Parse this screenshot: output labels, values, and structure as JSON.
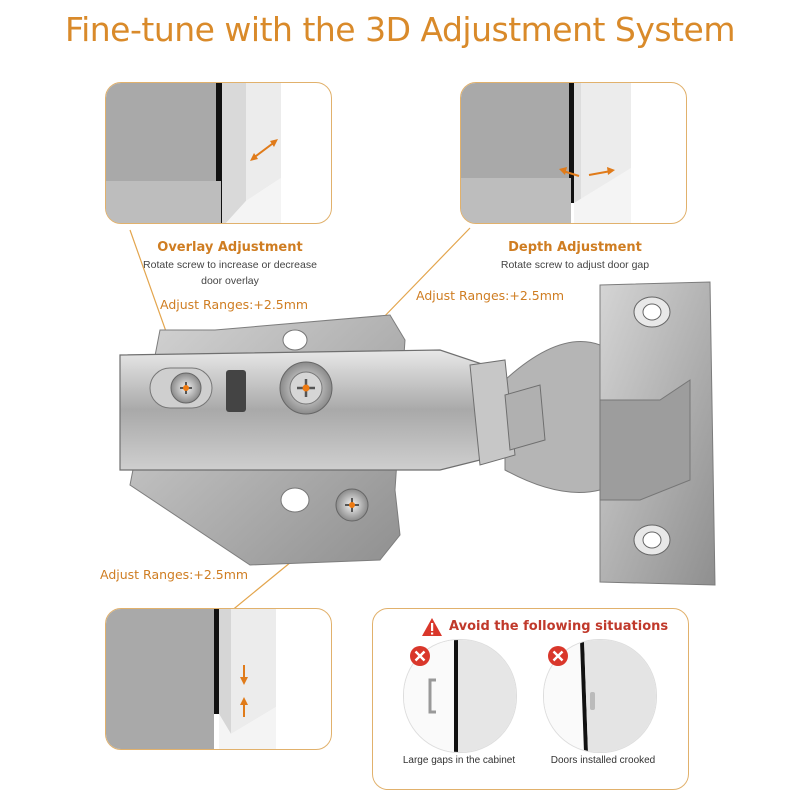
{
  "title": "Fine-tune with the 3D Adjustment System",
  "overlay": {
    "title": "Overlay Adjustment",
    "desc_line1": "Rotate screw to increase or decrease",
    "desc_line2": "door overlay",
    "range": "Adjust Ranges:+2.5mm"
  },
  "depth": {
    "title": "Depth Adjustment",
    "desc": "Rotate screw to adjust door gap",
    "range": "Adjust Ranges:+2.5mm"
  },
  "height": {
    "range": "Adjust Ranges:+2.5mm"
  },
  "avoid": {
    "title": "Avoid the following situations",
    "items": [
      {
        "caption": "Large gaps in the cabinet"
      },
      {
        "caption": "Doors installed crooked"
      }
    ]
  },
  "colors": {
    "accent": "#d98a2a",
    "panel_border": "#e1b16c",
    "warning_red": "#d9372b",
    "leader_line": "#e3a54d"
  }
}
